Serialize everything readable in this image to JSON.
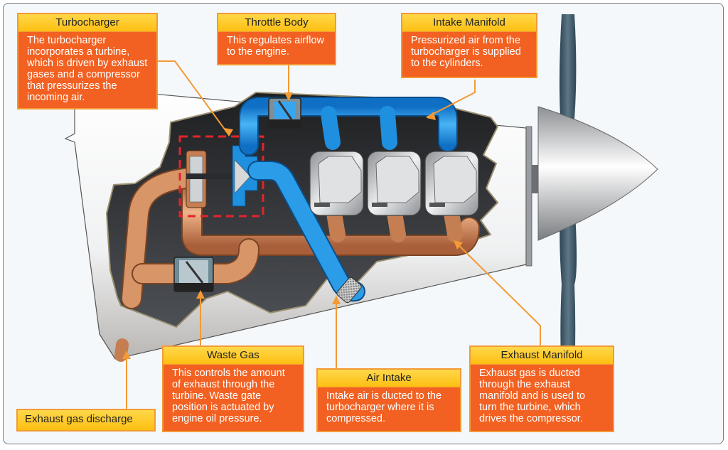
{
  "diagram": {
    "subject": "Turbocharged aircraft engine system",
    "colors": {
      "callout_body": "#f26122",
      "callout_header": "#fdbf12",
      "leader_line": "#f39a35",
      "intake_air": "#1f8fe0",
      "exhaust": "#c97a4a",
      "cowling": "#e8e8e8",
      "engine_bay": "#3a3c40",
      "turbo_highlight": "#e3242b",
      "propeller": "#3c5566"
    },
    "callouts": {
      "turbocharger": {
        "title": "Turbocharger",
        "text": "The turbocharger\nincorporates a turbine,\nwhich is driven by exhaust\ngases and a compressor\nthat pressurizes the\nincoming air."
      },
      "throttle_body": {
        "title": "Throttle Body",
        "text": "This regulates airflow\nto the engine."
      },
      "intake_manifold": {
        "title": "Intake Manifold",
        "text": "Pressurized air from the\nturbocharger is supplied\nto the cylinders."
      },
      "waste_gas": {
        "title": "Waste Gas",
        "text": "This controls the amount\nof exhaust through the\nturbine. Waste gate\nposition is actuated by\nengine oil pressure."
      },
      "air_intake": {
        "title": "Air Intake",
        "text": "Intake air is ducted to the\nturbocharger where it is\ncompressed."
      },
      "exhaust_manifold": {
        "title": "Exhaust Manifold",
        "text": "Exhaust gas is ducted\nthrough the exhaust\nmanifold and is used to\nturn the turbine, which\ndrives the compressor."
      },
      "exhaust_discharge": {
        "title": "Exhaust gas discharge"
      }
    },
    "components": [
      "cowling",
      "engine-bay",
      "turbocharger",
      "compressor",
      "turbine",
      "throttle-body",
      "intake-manifold",
      "cylinder",
      "cylinder",
      "cylinder",
      "exhaust-manifold",
      "waste-gate",
      "air-intake-filter",
      "exhaust-discharge-pipe",
      "spinner",
      "propeller"
    ]
  }
}
